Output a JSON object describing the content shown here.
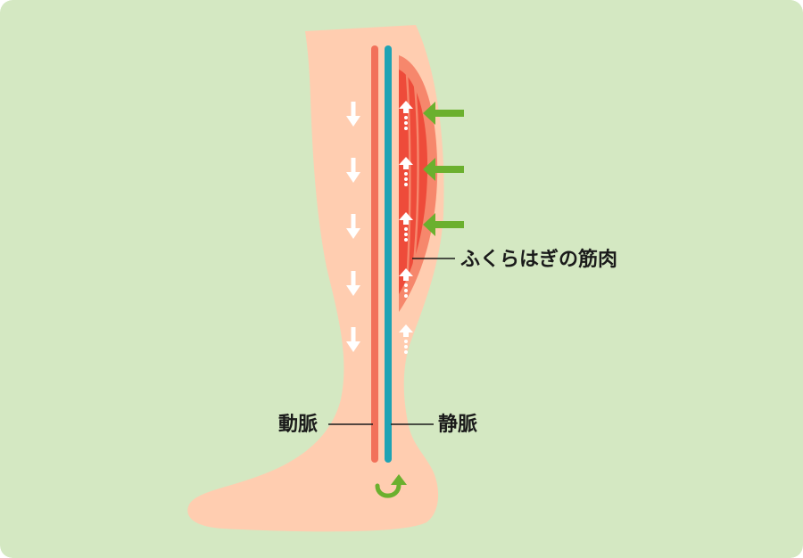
{
  "labels": {
    "calf_muscle": "ふくらはぎの筋肉",
    "artery": "動脈",
    "vein": "静脈"
  },
  "colors": {
    "background": "#d4e8c2",
    "skin": "#ffcdb0",
    "artery": "#f2715a",
    "vein": "#1ea3b4",
    "muscle_outer": "#f6876c",
    "muscle_inner": "#ee4b3a",
    "pressure_arrow": "#6bb02e",
    "flow_arrow": "#ffffff",
    "label_text": "#1a1a1a"
  },
  "icons": {
    "pressure": "arrow-left-icon",
    "arterial_flow": "arrow-down-icon",
    "venous_flow": "arrow-up-icon",
    "return_flow": "u-turn-arrow-icon"
  }
}
